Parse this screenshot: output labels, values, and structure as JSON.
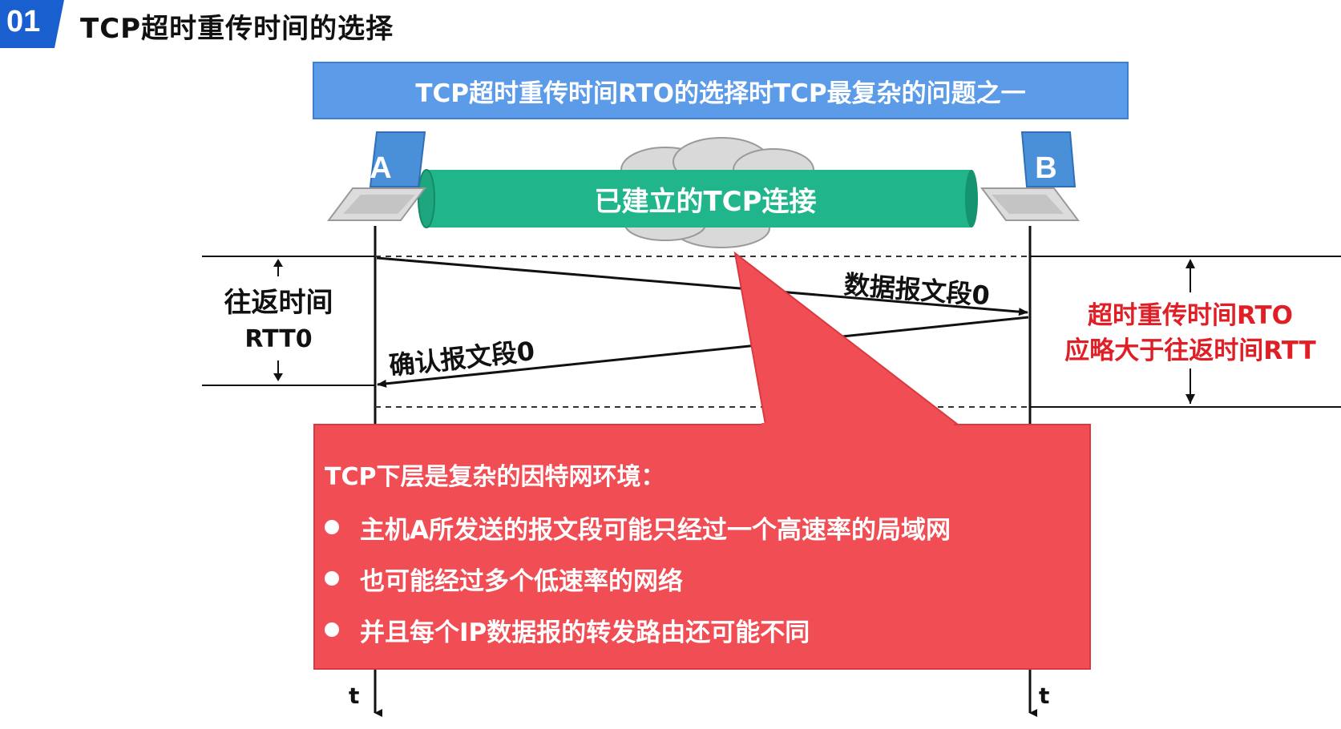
{
  "header": {
    "badge": "01",
    "title": "TCP超时重传时间的选择"
  },
  "banner": "TCP超时重传时间RTO的选择时TCP最复杂的问题之一",
  "hosts": {
    "a": "A",
    "b": "B"
  },
  "connection_label": "已建立的TCP连接",
  "rtt_label": {
    "line1": "往返时间",
    "line2": "RTT0"
  },
  "segments": {
    "data": "数据报文段0",
    "ack": "确认报文段0"
  },
  "rto_note": {
    "line1": "超时重传时间RTO",
    "line2": "应略大于往返时间RTT"
  },
  "info_box": {
    "heading": "TCP下层是复杂的因特网环境：",
    "bullets": [
      "主机A所发送的报文段可能只经过一个高速率的局域网",
      "也可能经过多个低速率的网络",
      "并且每个IP数据报的转发路由还可能不同"
    ]
  },
  "time_axis": {
    "left": "t",
    "right": "t"
  },
  "colors": {
    "banner": "#5b9be8",
    "pipe": "#20b58a",
    "callout": "#f04d54",
    "rto_text": "#e01e25",
    "badge": "#1a5fd0"
  }
}
